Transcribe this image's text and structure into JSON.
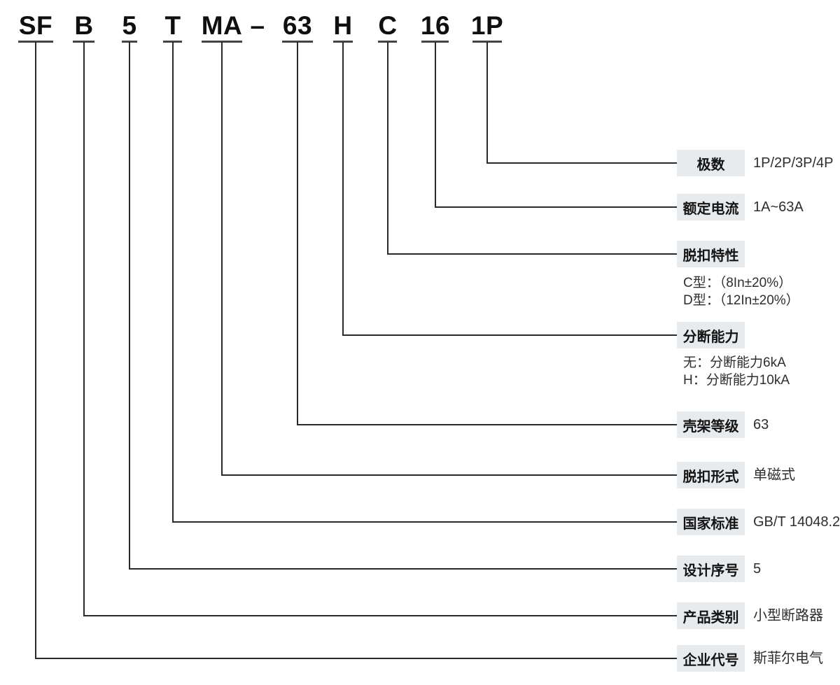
{
  "model_code": [
    "SF",
    "B",
    "5",
    "T",
    "MA",
    "–",
    "63",
    "H",
    "C",
    "16",
    "1P"
  ],
  "rows": [
    {
      "code": "1P",
      "label": "极数",
      "value": "1P/2P/3P/4P"
    },
    {
      "code": "16",
      "label": "额定电流",
      "value": "1A~63A"
    },
    {
      "code": "C",
      "label": "脱扣特性",
      "value": "",
      "notes": [
        "C型：（8In±20%）",
        "D型：（12In±20%）"
      ]
    },
    {
      "code": "H",
      "label": "分断能力",
      "value": "",
      "notes": [
        "无：分断能力6kA",
        "H：分断能力10kA"
      ]
    },
    {
      "code": "63",
      "label": "壳架等级",
      "value": "63"
    },
    {
      "code": "MA",
      "label": "脱扣形式",
      "value": "单磁式"
    },
    {
      "code": "T",
      "label": "国家标准",
      "value": "GB/T 14048.2"
    },
    {
      "code": "5",
      "label": "设计序号",
      "value": "5"
    },
    {
      "code": "B",
      "label": "产品类别",
      "value": "小型断路器"
    },
    {
      "code": "SF",
      "label": "企业代号",
      "value": "斯菲尔电气"
    }
  ],
  "colors": {
    "line": "#2a2a2a",
    "box_bg": "#e8ebee",
    "label_text": "#141414",
    "value_text": "#2e2e2e"
  }
}
